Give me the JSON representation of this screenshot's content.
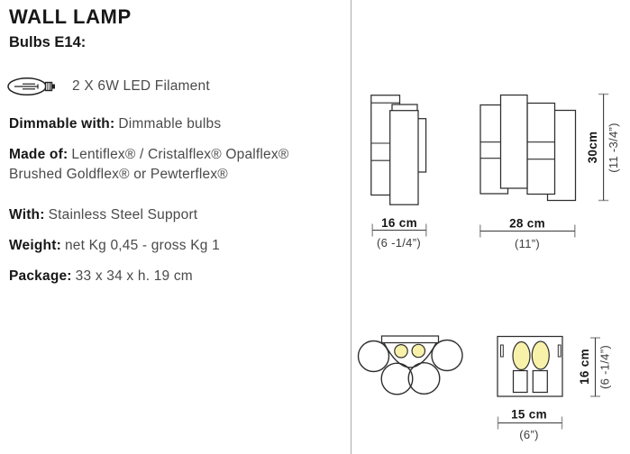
{
  "colors": {
    "bulb_fill": "#F8F1A9",
    "drawing_line": "#2e2e2e",
    "divider": "#ababab",
    "heading_text": "#171717",
    "body_text": "#4a4a4a"
  },
  "icons": {
    "bulb": "e14-candle-bulb-icon"
  },
  "specs": {
    "title": "WALL LAMP",
    "bulbs_heading": "Bulbs E14:",
    "bulb_line": "2 X 6W LED Filament",
    "rows": [
      {
        "label": "Dimmable with:",
        "value": "Dimmable bulbs"
      },
      {
        "label": "Made of:",
        "value": "Lentiflex® / Cristalflex® Opalflex® Brushed Goldflex® or Pewterflex®"
      },
      {
        "label": "With:",
        "value": "Stainless Steel Support"
      },
      {
        "label": "Weight:",
        "value": "net Kg 0,45 - gross Kg 1"
      },
      {
        "label": "Package:",
        "value": "33 x 34 x h. 19 cm"
      }
    ]
  },
  "drawings": {
    "side_view": {
      "width_cm": "16 cm",
      "width_in": "(6 -1/4”)"
    },
    "front_view": {
      "width_cm": "28 cm",
      "width_in": "(11”)",
      "height_cm": "30cm",
      "height_in": "(11 -3/4”)"
    },
    "backplate_view": {
      "width_cm": "15 cm",
      "width_in": "(6”)",
      "height_cm": "16 cm",
      "height_in": "(6 -1/4”)"
    }
  }
}
